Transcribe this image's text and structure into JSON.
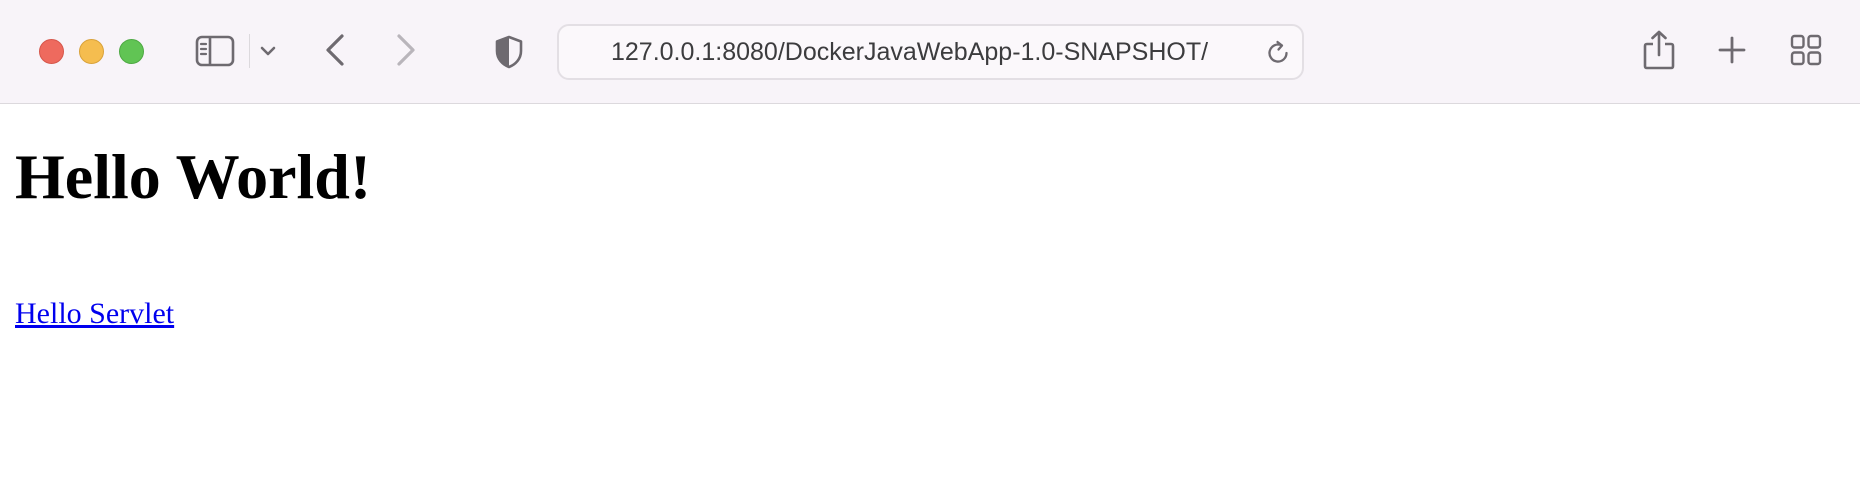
{
  "browser": {
    "address": {
      "url": "127.0.0.1:8080/DockerJavaWebApp-1.0-SNAPSHOT/"
    },
    "icons": {
      "sidebar": "sidebar-icon",
      "sidebar_menu": "chevron-down-icon",
      "back": "chevron-left-icon",
      "forward": "chevron-right-icon",
      "privacy": "shield-icon",
      "reload": "reload-icon",
      "share": "share-icon",
      "new_tab": "plus-icon",
      "tab_overview": "grid-icon"
    },
    "colors": {
      "close": "#ee6a5e",
      "minimize": "#f5bd4f",
      "maximize": "#61c454",
      "toolbar_bg": "#f8f4f9"
    }
  },
  "page": {
    "heading": "Hello World!",
    "link_label": "Hello Servlet",
    "link_color": "#0000ee"
  }
}
